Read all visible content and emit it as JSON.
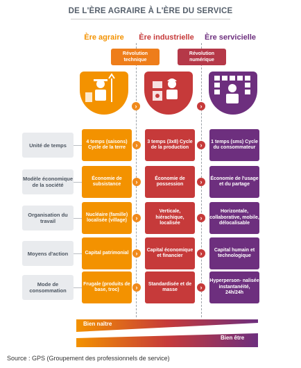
{
  "title": "DE L'ÈRE AGRAIRE À L'ÈRE DU SERVICE",
  "eras": [
    "Ère agraire",
    "Ère industrielle",
    "Ère servicielle"
  ],
  "revolutions": [
    "Révolution technique",
    "Révolution numérique"
  ],
  "rows": [
    {
      "label": "Unité de temps",
      "agr": "4 temps (saisons) Cycle de la terre",
      "ind": "3 temps (3x8) Cycle de la production",
      "srv": "1 temps (sms) Cycle du consommateur"
    },
    {
      "label": "Modèle économique de la société",
      "agr": "Économie de subsistance",
      "ind": "Économie de possession",
      "srv": "Économie de l'usage et du partage"
    },
    {
      "label": "Organisation du travail",
      "agr": "Nucléaire (famille) localisée (village)",
      "ind": "Verticale, hiérachique, localisée",
      "srv": "Horizontale, collaborative, mobile, délocalisable"
    },
    {
      "label": "Moyens d'action",
      "agr": "Capital patrimonial",
      "ind": "Capital économique et financier",
      "srv": "Capital humain et technologique"
    },
    {
      "label": "Mode de consommation",
      "agr": "Frugale (produits de base, troc)",
      "ind": "Standardisée et de masse",
      "srv": "Hyperperson- nalisée instantanéité, 24h/24h"
    }
  ],
  "bottom": {
    "left_label": "Bien naître",
    "right_label": "Bien être"
  },
  "source": "Source : GPS (Groupement des professionnels de service)",
  "colors": {
    "agraire": "#f39200",
    "industrielle": "#c63a3a",
    "servicielle": "#6d2f7e"
  }
}
